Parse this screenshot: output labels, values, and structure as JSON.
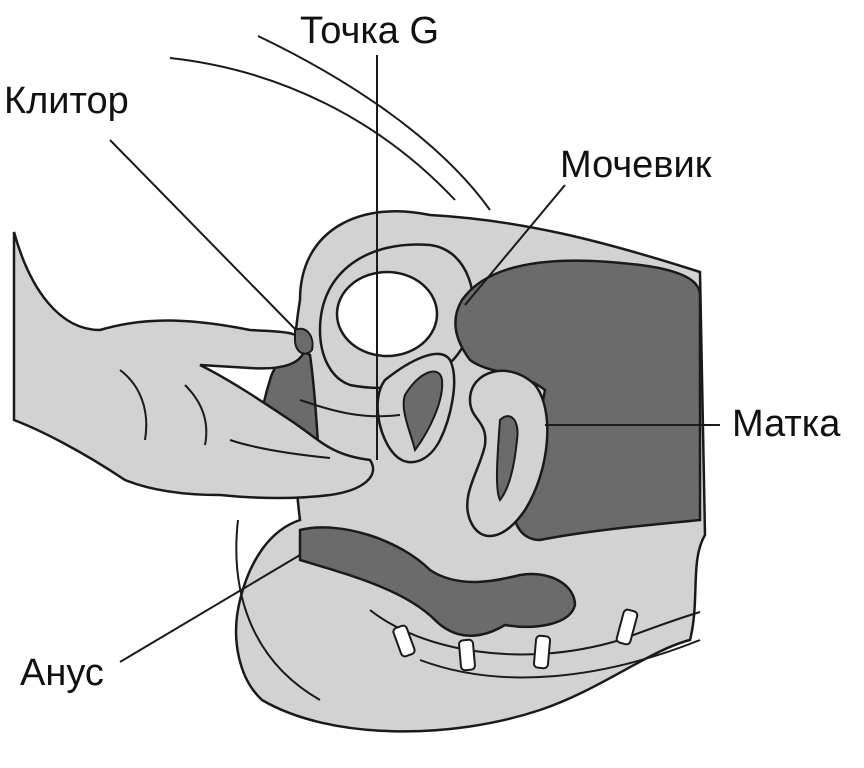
{
  "labels": {
    "g_spot": "Точка G",
    "clitoris": "Клитор",
    "urethra": "Мочевик",
    "uterus": "Матка",
    "anus": "Анус"
  },
  "colors": {
    "light_tissue": "#d2d2d2",
    "dark_organ": "#6b6b6b",
    "outline": "#1a1a1a",
    "background": "#ffffff"
  }
}
